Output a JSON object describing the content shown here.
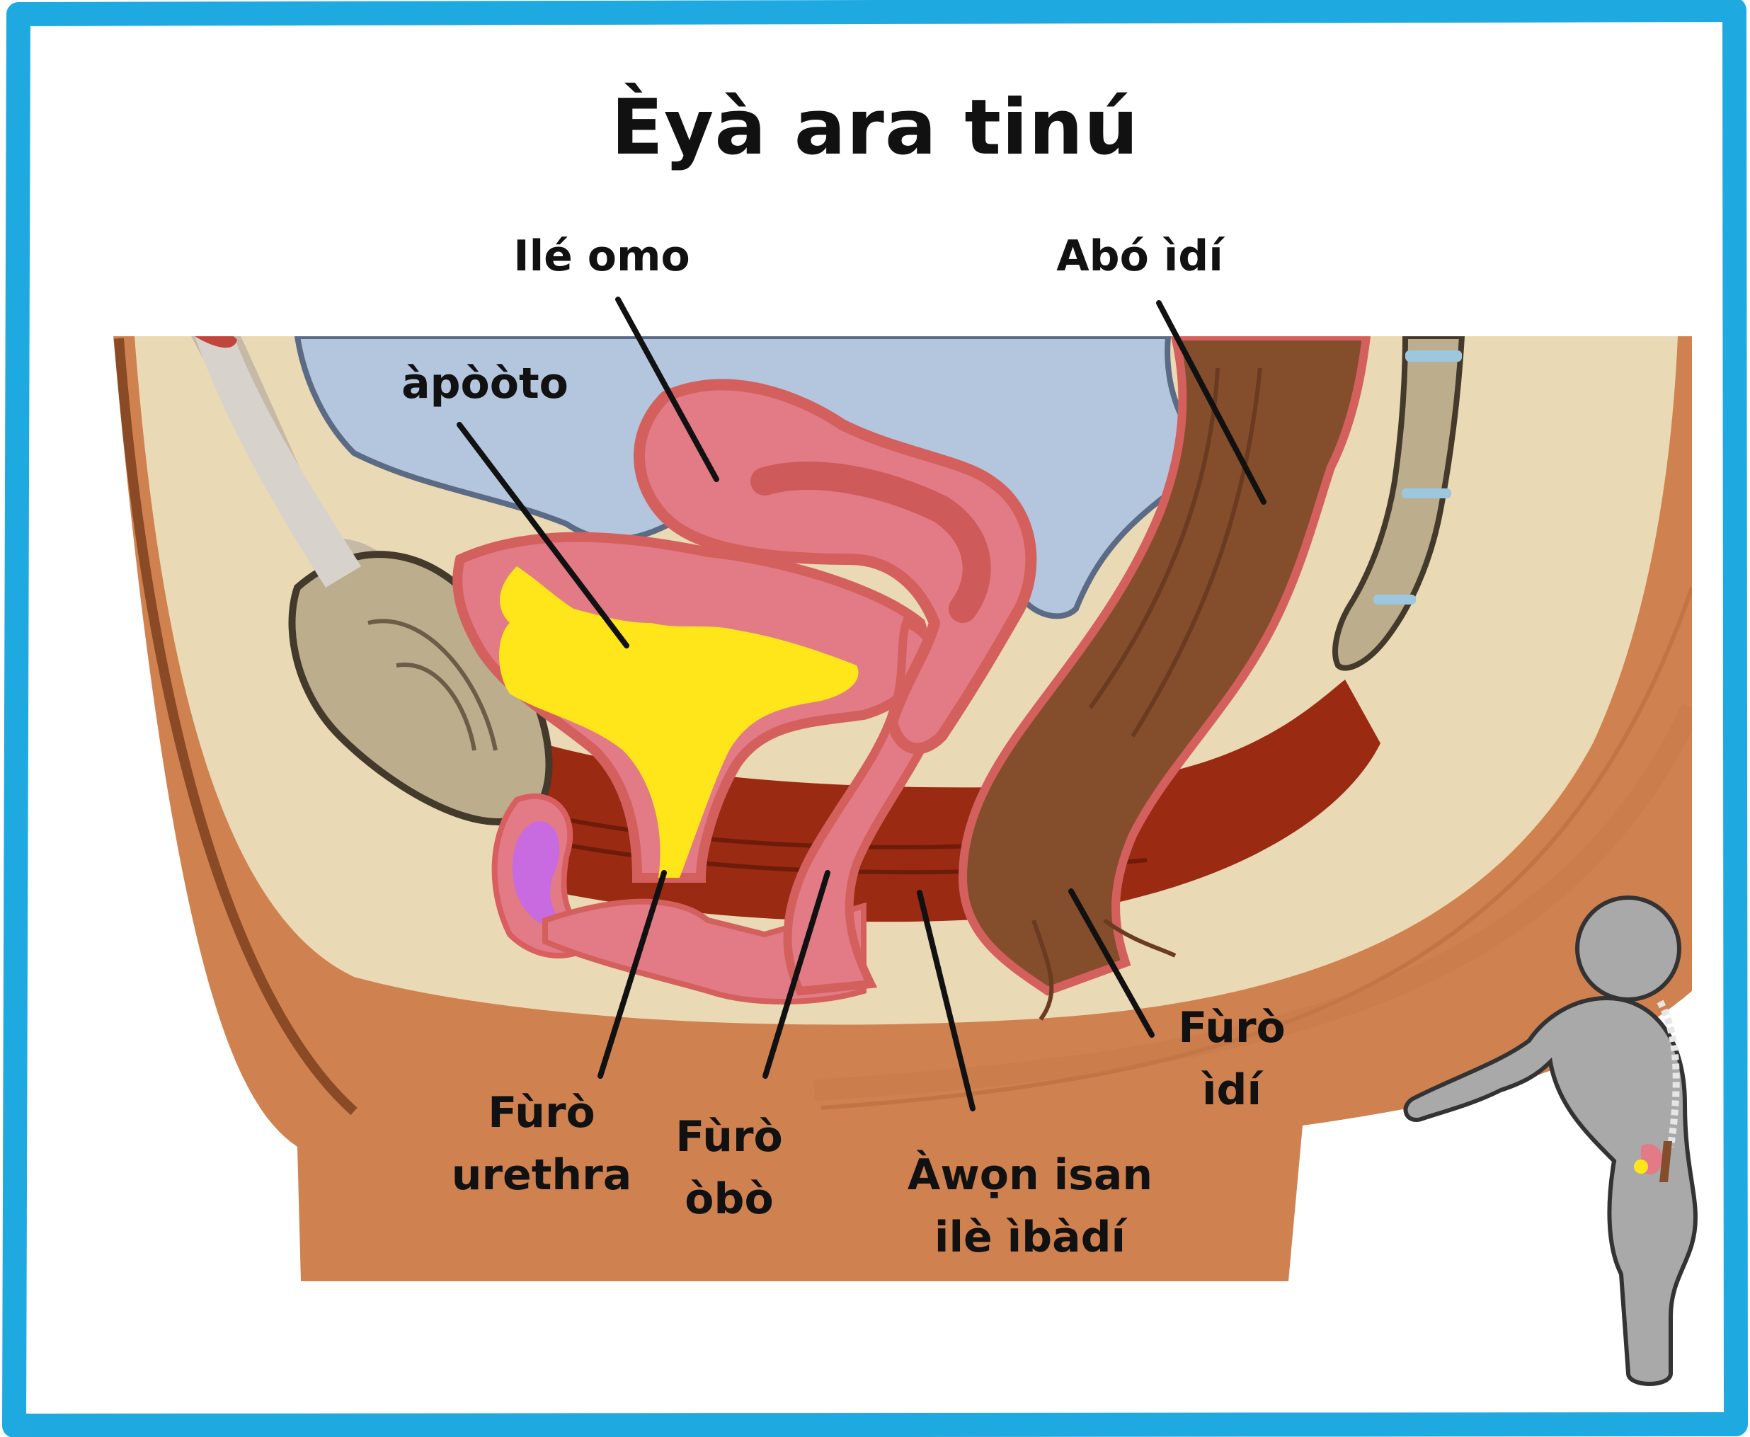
{
  "title": "Èyà ara tinú",
  "labels": {
    "uterus": "Ilé omo",
    "rectum": "Abó ìdí",
    "bladder": "àpòòto",
    "urethra": [
      "Fùrò",
      "urethra"
    ],
    "vagina": [
      "Fùrò",
      "òbò"
    ],
    "pelvic_floor": [
      "Àwọn isan",
      "ilè ìbàdí"
    ],
    "anus": [
      "Fùrò",
      "ìdí"
    ]
  },
  "colors": {
    "frame": "#1fa9e1",
    "skin": "#cf8250",
    "fat": "#ead9b5",
    "muscle": "#9a2a12",
    "bladder": "#ffe61a",
    "uterus": "#e27b86",
    "rectum": "#844e2d",
    "peritoneum": "#b3c6de",
    "pubic_bone": "#bcad8d",
    "clitoris": "#c86ae0",
    "body_figure": "#a9a9a9"
  },
  "icons": [
    "body-silhouette-icon",
    "spine-icon"
  ]
}
